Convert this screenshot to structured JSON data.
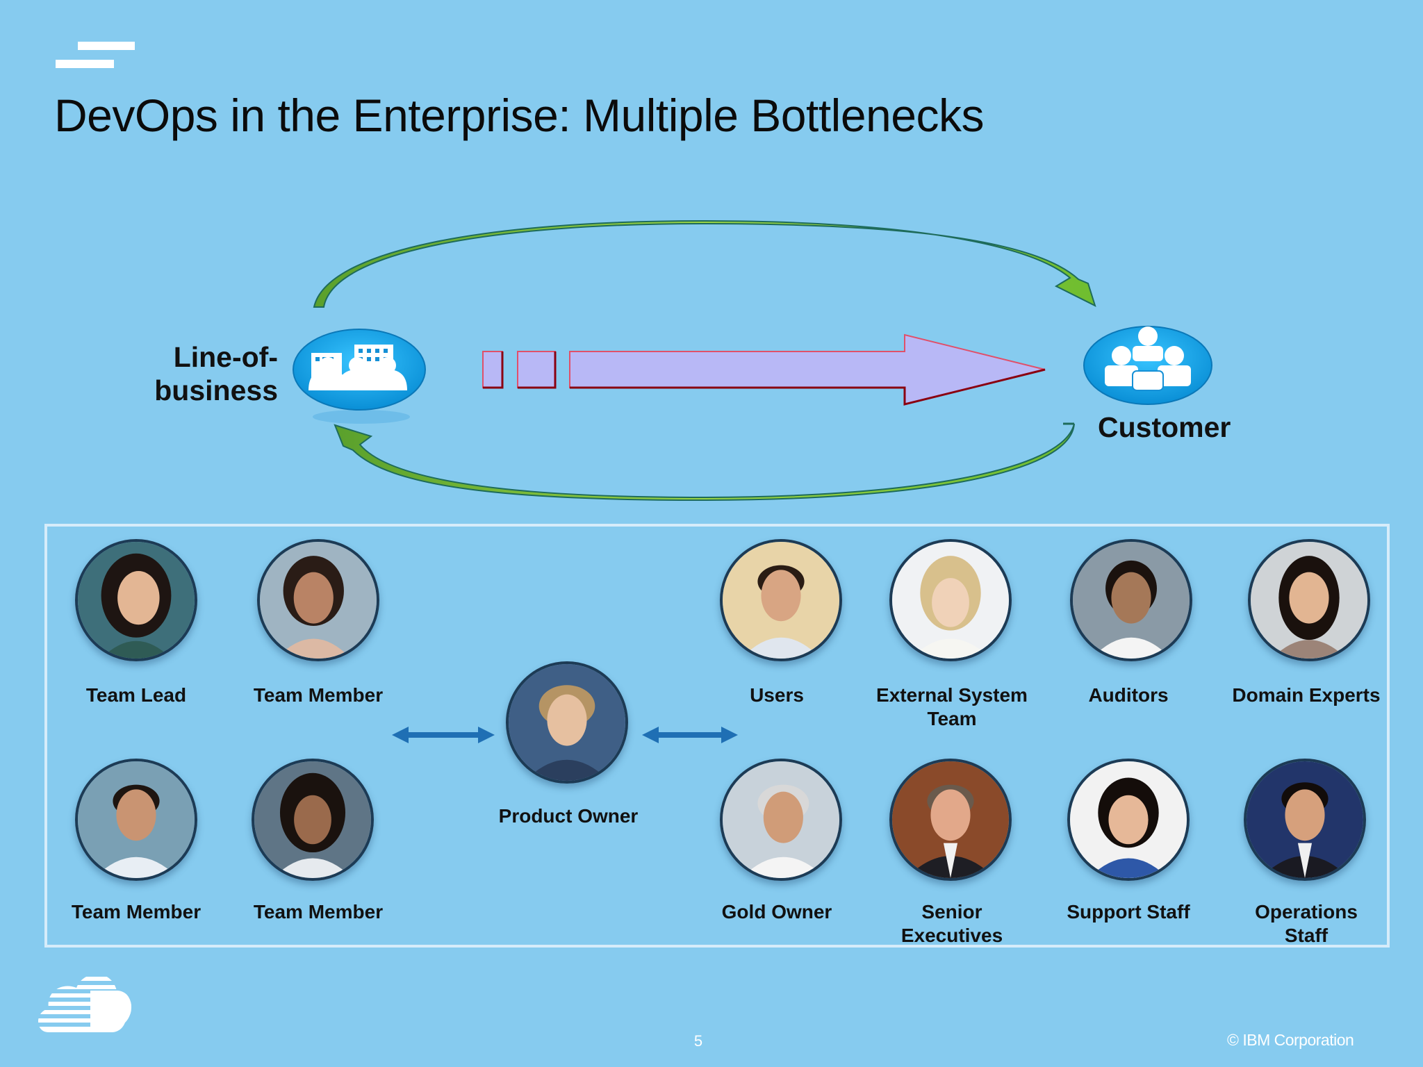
{
  "slide": {
    "title": "DevOps in the Enterprise: Multiple Bottlenecks",
    "page_number": "5",
    "copyright": "© IBM Corporation"
  },
  "diagram": {
    "line_of_business_label": "Line-of-business",
    "line_of_business_lines": [
      "Line-of-",
      "business"
    ],
    "customer_label": "Customer"
  },
  "people": {
    "team_lead": "Team Lead",
    "team_member_1": "Team Member",
    "team_member_2": "Team Member",
    "team_member_3": "Team Member",
    "product_owner": "Product Owner",
    "users": "Users",
    "external_system_team_lines": [
      "External System",
      "Team"
    ],
    "auditors": "Auditors",
    "domain_experts": "Domain Experts",
    "gold_owner": "Gold Owner",
    "senior_executives_lines": [
      "Senior",
      "Executives"
    ],
    "support_staff": "Support Staff",
    "operations_staff_lines": [
      "Operations",
      "Staff"
    ]
  },
  "colors": {
    "background": "#86cbef",
    "flow_arrow_fill": "#b8b8f6",
    "flow_arrow_border": "#c0001a",
    "feedback_arrow": "#7ab92b",
    "connector_arrow": "#1f6fb4"
  }
}
